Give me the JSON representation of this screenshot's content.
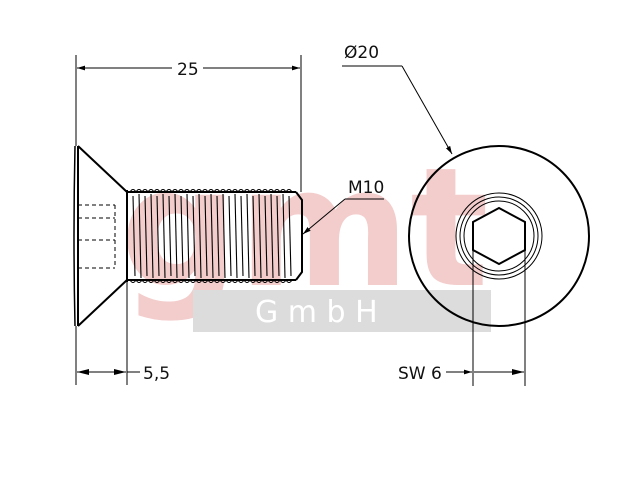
{
  "drawing": {
    "length_label": "25",
    "head_height_label": "5,5",
    "thread_label": "M10",
    "diameter_label": "Ø20",
    "wrench_size_label": "SW 6"
  },
  "watermark": {
    "logo_text": "gmt",
    "company_text": "G m b H",
    "logo_color": "#f2c4c4",
    "band_color": "#dcdcdc"
  }
}
